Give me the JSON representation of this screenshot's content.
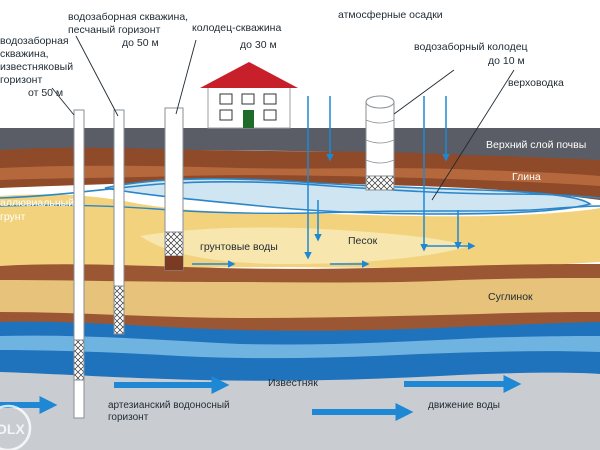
{
  "labels": {
    "sand_well_l1": "водозаборная скважина,",
    "sand_well_l2": "песчаный горизонт",
    "sand_well_l3": "до 50 м",
    "lime_well_l1": "водозаборная",
    "lime_well_l2": "скважина,",
    "lime_well_l3": "известняковый",
    "lime_well_l4": "горизонт",
    "lime_well_l5": "от 50 м",
    "shaft_well_l1": "колодец-скважина",
    "shaft_well_l2": "до 30 м",
    "precipitation": "атмосферные осадки",
    "dug_well_l1": "водозаборный колодец",
    "dug_well_l2": "до 10 м",
    "perched": "верховодка",
    "topsoil": "Верхний слой почвы",
    "clay": "Глина",
    "alluvial_l1": "аллювиальный",
    "alluvial_l2": "грунт",
    "groundwater": "грунтовые воды",
    "sand": "Песок",
    "loam": "Суглинок",
    "limestone": "Известняк",
    "artesian_l1": "артезианский водоносный",
    "artesian_l2": "горизонт",
    "flow": "движение воды"
  },
  "watermark": "OLX",
  "colors": {
    "topsoil": "#5a5d65",
    "clay": "#8f4a2a",
    "sand": "#f2d27c",
    "water_light": "#aed6ec",
    "water_dark": "#1f73bd",
    "loam": "#e7c27a",
    "limestone": "#c9cdd2",
    "arrow": "#1e88d4",
    "house_roof": "#c8202a"
  }
}
